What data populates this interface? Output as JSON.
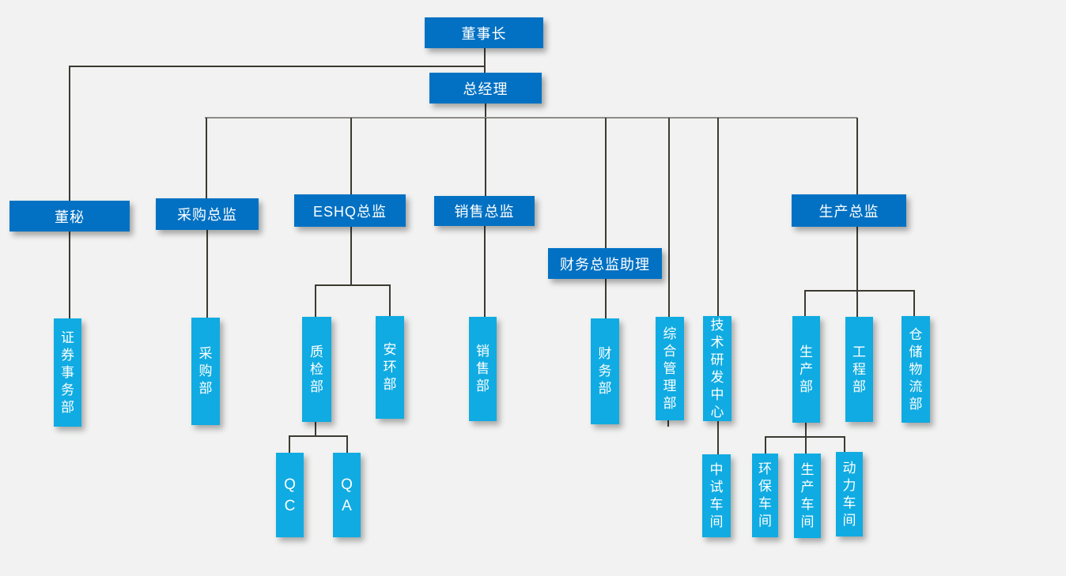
{
  "chart_title": "",
  "colors": {
    "director_box": "#0271c3",
    "department_box": "#10abe2",
    "connector_line": "#3c3a32",
    "main_rail_line": "#8e8c86",
    "background": "#f1f2f1",
    "box_text": "#ffffff"
  },
  "org": {
    "chairman": "董事长",
    "general_manager": "总经理",
    "board_secretary": "董秘",
    "procurement_director": "采购总监",
    "eshq_director": "ESHQ总监",
    "sales_director": "销售总监",
    "finance_director_assistant": "财务总监助理",
    "production_director": "生产总监",
    "securities_affairs_dept": "证券事务部",
    "procurement_dept": "采购部",
    "quality_inspection_dept": "质检部",
    "safety_environment_dept": "安环部",
    "sales_dept": "销售部",
    "finance_dept": "财务部",
    "general_admin_dept": "综合管理部",
    "tech_rd_center": "技术研发中心",
    "production_dept": "生产部",
    "engineering_dept": "工程部",
    "warehouse_logistics_dept": "仓储物流部",
    "qc": "QC",
    "qa": "QA",
    "pilot_workshop": "中试车间",
    "environmental_workshop": "环保车间",
    "production_workshop": "生产车间",
    "power_workshop": "动力车间"
  },
  "hierarchy": {
    "chairman": [
      "board_secretary",
      "general_manager"
    ],
    "board_secretary": [
      "securities_affairs_dept"
    ],
    "general_manager": [
      "procurement_director",
      "eshq_director",
      "sales_director",
      "finance_director_assistant",
      "general_admin_dept",
      "tech_rd_center",
      "production_director"
    ],
    "procurement_director": [
      "procurement_dept"
    ],
    "eshq_director": [
      "quality_inspection_dept",
      "safety_environment_dept"
    ],
    "quality_inspection_dept": [
      "qc",
      "qa"
    ],
    "sales_director": [
      "sales_dept"
    ],
    "finance_director_assistant": [
      "finance_dept"
    ],
    "tech_rd_center": [
      "pilot_workshop"
    ],
    "production_director": [
      "production_dept",
      "engineering_dept",
      "warehouse_logistics_dept"
    ],
    "production_dept": [
      "environmental_workshop",
      "production_workshop",
      "power_workshop"
    ]
  }
}
